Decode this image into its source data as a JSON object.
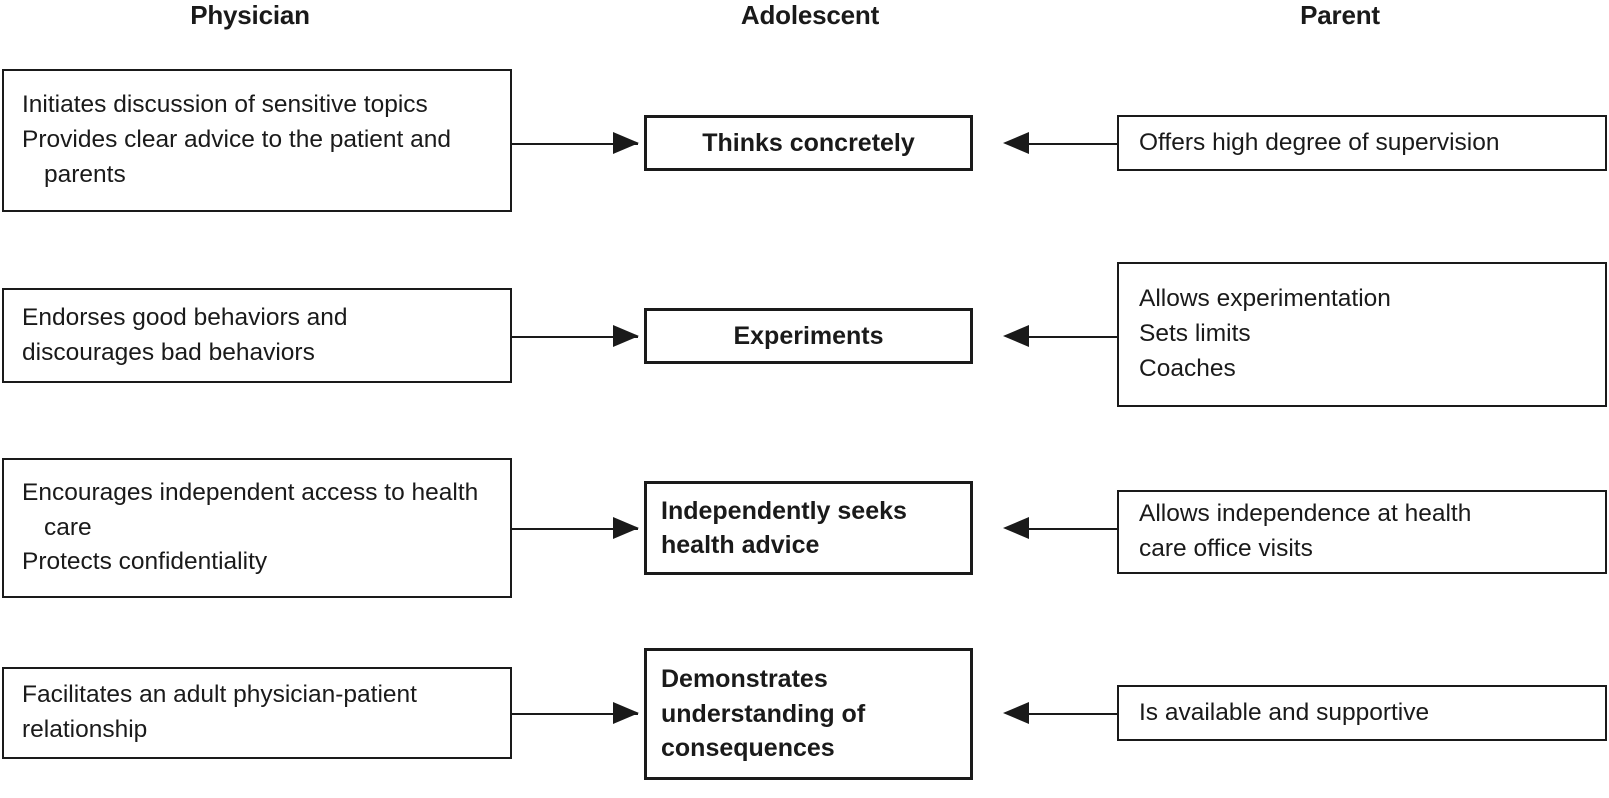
{
  "headers": {
    "physician": "Physician",
    "adolescent": "Adolescent",
    "parent": "Parent"
  },
  "rows": [
    {
      "physician": {
        "lines": [
          "Initiates discussion of sensitive topics",
          "Provides clear advice to the patient and parents"
        ]
      },
      "adolescent": {
        "lines": [
          "Thinks concretely"
        ]
      },
      "parent": {
        "lines": [
          "Offers high degree of supervision"
        ]
      }
    },
    {
      "physician": {
        "lines": [
          "Endorses good behaviors and",
          "discourages bad behaviors"
        ]
      },
      "adolescent": {
        "lines": [
          "Experiments"
        ]
      },
      "parent": {
        "lines": [
          "Allows experimentation",
          "Sets limits",
          "Coaches"
        ]
      }
    },
    {
      "physician": {
        "lines": [
          "Encourages independent access to health care",
          "Protects confidentiality"
        ]
      },
      "adolescent": {
        "lines": [
          "Independently seeks",
          "health advice"
        ]
      },
      "parent": {
        "lines": [
          "Allows independence at health",
          "care office visits"
        ]
      }
    },
    {
      "physician": {
        "lines": [
          "Facilitates an adult physician-patient",
          "relationship"
        ]
      },
      "adolescent": {
        "lines": [
          "Demonstrates",
          "understanding of",
          "consequences"
        ]
      },
      "parent": {
        "lines": [
          "Is available and supportive"
        ]
      }
    }
  ],
  "arrows": {
    "physician_to_adolescent": "arrow-right",
    "parent_to_adolescent": "arrow-left"
  },
  "colors": {
    "stroke": "#1a1a1a",
    "background": "#ffffff"
  }
}
